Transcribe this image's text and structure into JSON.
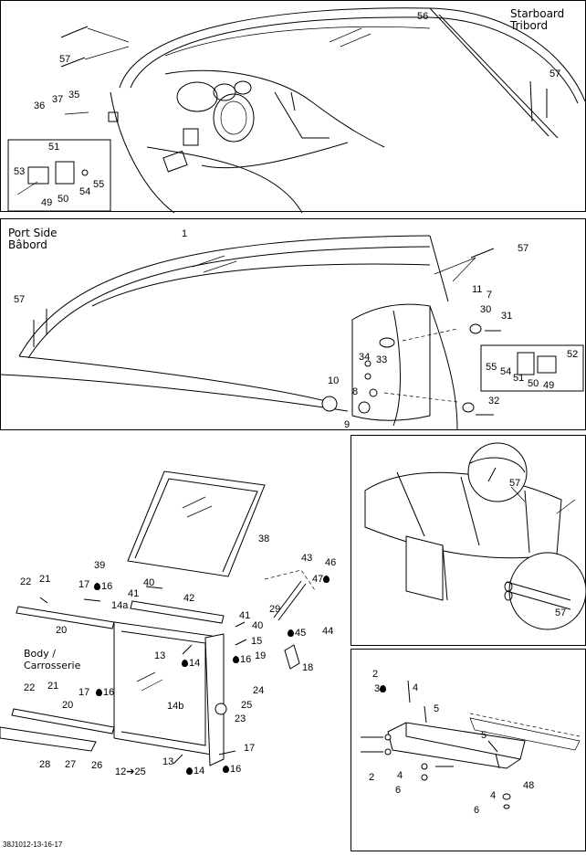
{
  "titles": {
    "starboard_en": "Starboard",
    "starboard_fr": "Tribord",
    "port_en": "Port Side",
    "port_fr": "Bâbord",
    "body_en": "Body /",
    "body_fr": "Carrosserie"
  },
  "labels": {
    "p1": {
      "n56": "56",
      "n57a": "57",
      "n57b": "57",
      "n36": "36",
      "n37": "37",
      "n35": "35",
      "n51": "51",
      "n53": "53",
      "n49": "49",
      "n50": "50",
      "n54": "54",
      "n55": "55"
    },
    "p2": {
      "n1": "1",
      "n57a": "57",
      "n57b": "57",
      "n11": "11",
      "n7": "7",
      "n30": "30",
      "n31": "31",
      "n34": "34",
      "n33": "33",
      "n10": "10",
      "n8": "8",
      "n9": "9",
      "n32": "32",
      "n52": "52",
      "n55": "55",
      "n54": "54",
      "n51": "51",
      "n50": "50",
      "n49": "49"
    },
    "p3": {
      "n38": "38",
      "n39": "39",
      "n22a": "22",
      "n21a": "21",
      "n17a": "17",
      "n16a": "16",
      "n40a": "40",
      "n41a": "41",
      "n14a": "14a",
      "n42": "42",
      "n20a": "20",
      "n43": "43",
      "n46": "46",
      "n47": "47",
      "n29": "29",
      "n45": "45",
      "n44": "44",
      "n41b": "41",
      "n40b": "40",
      "n15": "15",
      "n16b": "16",
      "n13a": "13",
      "n14b": "14",
      "n19": "19",
      "n18": "18",
      "n22b": "22",
      "n21b": "21",
      "n17b": "17",
      "n16c": "16",
      "n20b": "20",
      "n24": "24",
      "n25": "25",
      "n14c": "14b",
      "n23": "23",
      "n28": "28",
      "n27": "27",
      "n26": "26",
      "n12": "12➔25",
      "n13b": "13",
      "n14d": "14",
      "n17c": "17",
      "n16d": "16"
    },
    "p4": {
      "n57": "57",
      "n57b": "57"
    },
    "p5": {
      "n2a": "2",
      "n3": "3",
      "n4a": "4",
      "n5a": "5",
      "n5b": "5",
      "n2b": "2",
      "n4b": "4",
      "n6a": "6",
      "n48": "48",
      "n4c": "4",
      "n6b": "6"
    }
  },
  "footer": "38J1012-13-16-17"
}
